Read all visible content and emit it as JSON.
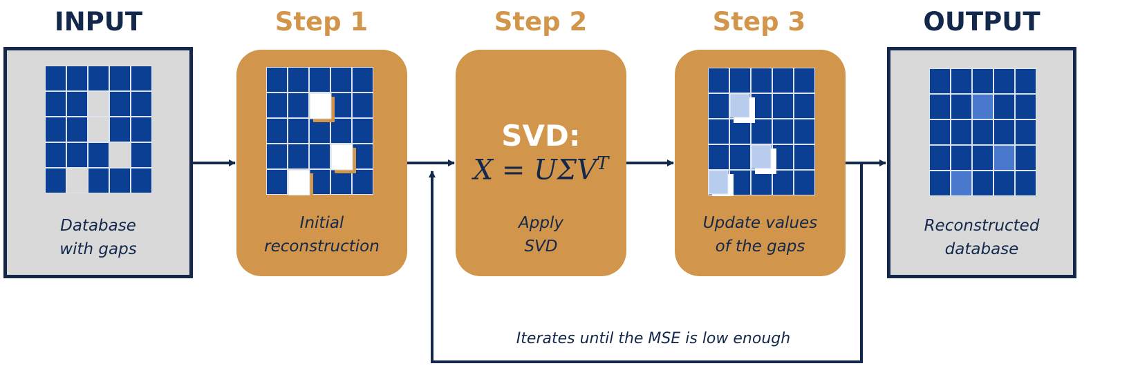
{
  "headings": {
    "input": "INPUT",
    "step1": "Step 1",
    "step2": "Step 2",
    "step3": "Step 3",
    "output": "OUTPUT"
  },
  "captions": {
    "input": [
      "Database",
      "with gaps"
    ],
    "step1": [
      "Initial",
      "reconstruction"
    ],
    "step2": [
      "Apply",
      "SVD"
    ],
    "step3": [
      "Update values",
      "of the gaps"
    ],
    "output": [
      "Reconstructed",
      "database"
    ]
  },
  "formula": {
    "title": "SVD:",
    "lhs": "X",
    "rhs": "UΣV",
    "superscript": "T"
  },
  "loop_label": "Iterates until the MSE is low enough",
  "grid_size": {
    "rows": 5,
    "cols": 5
  },
  "grids": {
    "input": {
      "gaps": [
        [
          1,
          2
        ],
        [
          2,
          2
        ],
        [
          3,
          3
        ],
        [
          4,
          1
        ]
      ]
    },
    "step1": {
      "fills": [
        [
          1,
          2
        ],
        [
          4,
          1
        ],
        [
          3,
          3
        ]
      ]
    },
    "step3": {
      "updated": [
        [
          1,
          1
        ],
        [
          4,
          0
        ],
        [
          3,
          2
        ]
      ]
    },
    "output": {
      "reconstructed": [
        [
          1,
          2
        ],
        [
          3,
          3
        ],
        [
          4,
          1
        ]
      ]
    }
  },
  "colors": {
    "cell": "#0a3f94",
    "grid_line": "#dde4ef",
    "light_cell": "#4a78cc",
    "pale_fill": "#b8ccee",
    "step_box": "#d1954c",
    "io_box": "#d9d9d9",
    "navy": "#13284a"
  }
}
